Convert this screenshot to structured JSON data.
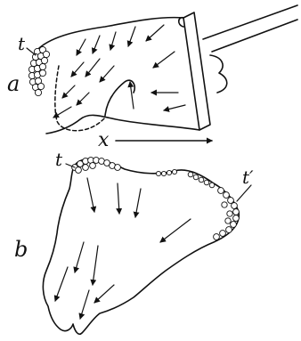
{
  "figure": {
    "label_a": "a",
    "label_b": "b",
    "label_t_top": "t",
    "label_t_bottom": "t",
    "label_t_prime": "t′",
    "label_x": "x"
  },
  "colors": {
    "ink": "#111111",
    "paper": "#ffffff"
  }
}
